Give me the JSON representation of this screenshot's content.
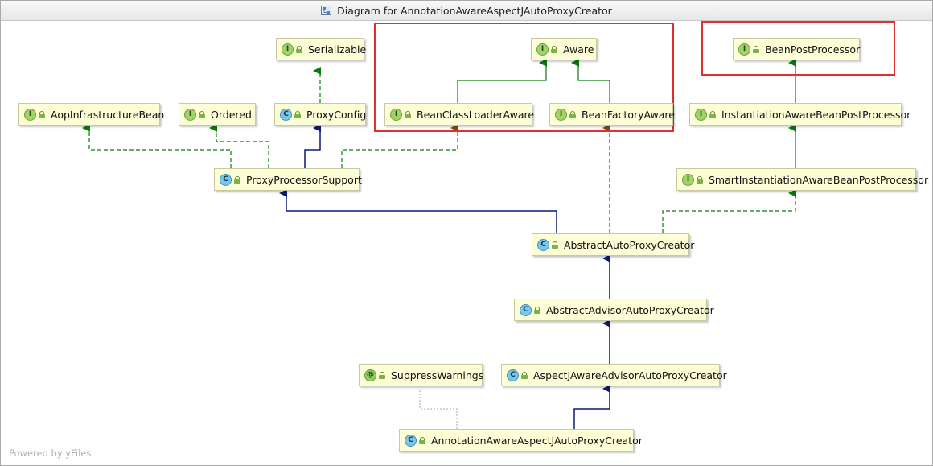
{
  "window": {
    "title": "Diagram for AnnotationAwareAspectJAutoProxyCreator",
    "title_icon": "diagram-icon"
  },
  "colors": {
    "node_fill": "#fdfdd6",
    "interface_edge": "#0a7a0a",
    "class_edge": "#0a1a7a",
    "highlight_box": "#e03030"
  },
  "nodes": {
    "serializable": {
      "kind": "I",
      "label": "Serializable"
    },
    "aware": {
      "kind": "I",
      "label": "Aware"
    },
    "bean_post_processor": {
      "kind": "I",
      "label": "BeanPostProcessor"
    },
    "aop_infrastructure_bean": {
      "kind": "I",
      "label": "AopInfrastructureBean"
    },
    "ordered": {
      "kind": "I",
      "label": "Ordered"
    },
    "proxy_config": {
      "kind": "C",
      "label": "ProxyConfig"
    },
    "bean_class_loader_aware": {
      "kind": "I",
      "label": "BeanClassLoaderAware"
    },
    "bean_factory_aware": {
      "kind": "I",
      "label": "BeanFactoryAware"
    },
    "instantiation_aware_bpp": {
      "kind": "I",
      "label": "InstantiationAwareBeanPostProcessor"
    },
    "proxy_processor_support": {
      "kind": "C",
      "label": "ProxyProcessorSupport"
    },
    "smart_instantiation_aware_bpp": {
      "kind": "I",
      "label": "SmartInstantiationAwareBeanPostProcessor"
    },
    "abstract_auto_proxy_creator": {
      "kind": "C",
      "label": "AbstractAutoProxyCreator"
    },
    "abstract_advisor_auto_proxy_creator": {
      "kind": "C",
      "label": "AbstractAdvisorAutoProxyCreator"
    },
    "suppress_warnings": {
      "kind": "@",
      "label": "SuppressWarnings"
    },
    "aspectj_aware_advisor_auto_proxy_creator": {
      "kind": "C",
      "label": "AspectJAwareAdvisorAutoProxyCreator"
    },
    "annotation_aware_aspectj_auto_proxy_creator": {
      "kind": "C",
      "label": "AnnotationAwareAspectJAutoProxyCreator"
    }
  },
  "watermark": "Powered by yFiles"
}
